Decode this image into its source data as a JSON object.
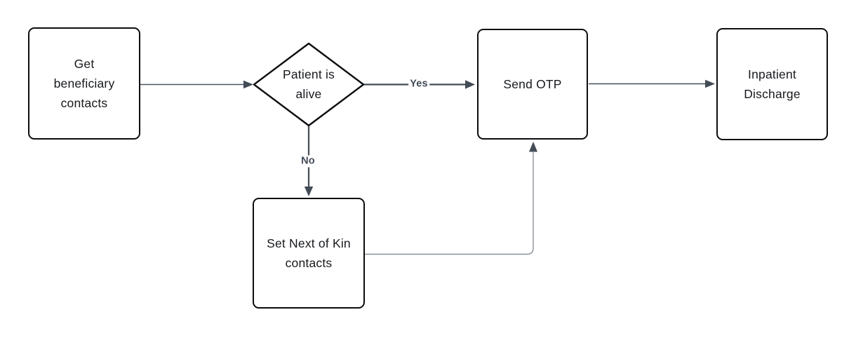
{
  "diagram": {
    "type": "flowchart",
    "nodes": [
      {
        "id": "get-beneficiary-contacts",
        "shape": "rect",
        "label": "Get beneficiary contacts"
      },
      {
        "id": "patient-is-alive",
        "shape": "diamond",
        "label": "Patient is alive"
      },
      {
        "id": "send-otp",
        "shape": "rect",
        "label": "Send OTP"
      },
      {
        "id": "inpatient-discharge",
        "shape": "rect",
        "label": "Inpatient Discharge"
      },
      {
        "id": "set-next-of-kin-contacts",
        "shape": "rect",
        "label": "Set Next of Kin contacts"
      }
    ],
    "edges": [
      {
        "from": "get-beneficiary-contacts",
        "to": "patient-is-alive",
        "label": ""
      },
      {
        "from": "patient-is-alive",
        "to": "send-otp",
        "label": "Yes"
      },
      {
        "from": "patient-is-alive",
        "to": "set-next-of-kin-contacts",
        "label": "No"
      },
      {
        "from": "send-otp",
        "to": "inpatient-discharge",
        "label": ""
      },
      {
        "from": "set-next-of-kin-contacts",
        "to": "send-otp",
        "label": ""
      }
    ],
    "colors": {
      "background": "#ffffff",
      "node_fill": "#ffffff",
      "node_border": "#0c0d0f",
      "node_text": "#17191d",
      "edge_stroke": "#424b56",
      "edge_stroke_light": "#8b929b",
      "edge_label_text": "#424b56"
    }
  }
}
